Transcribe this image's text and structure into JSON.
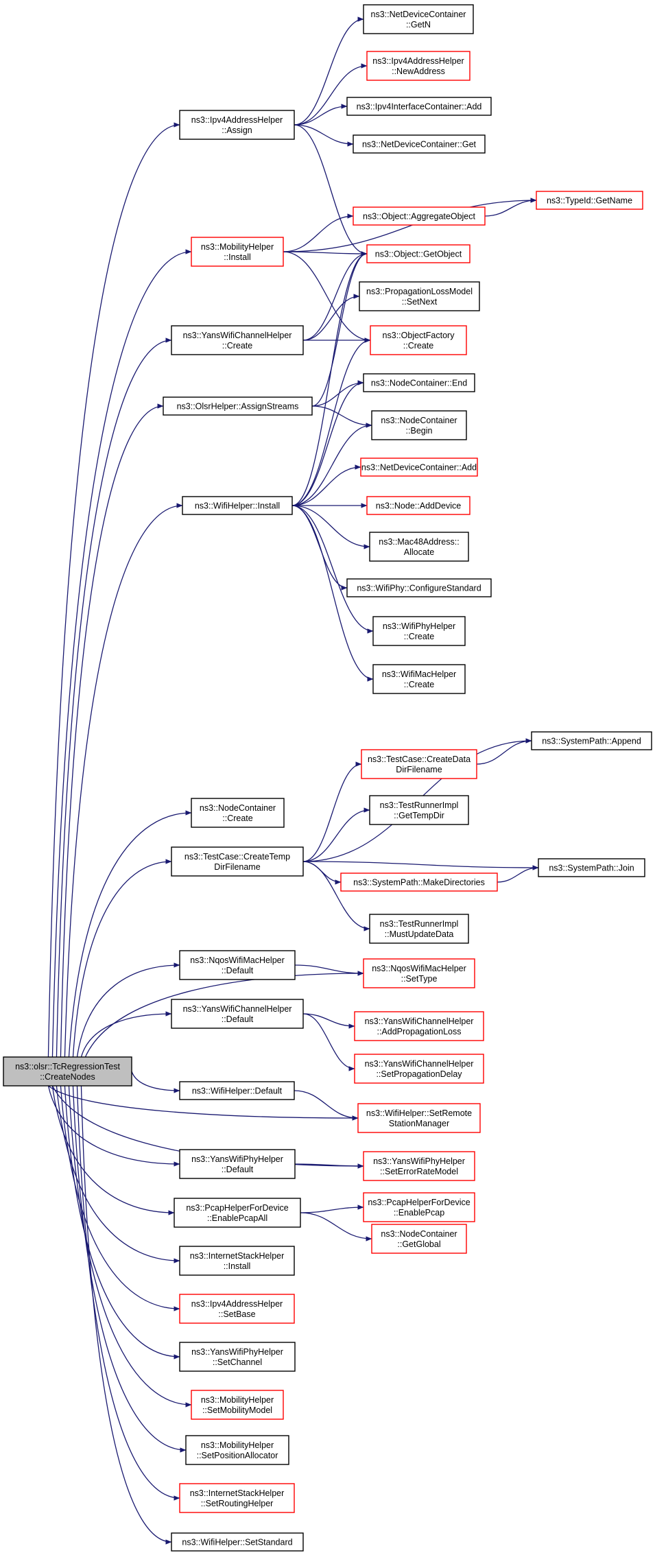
{
  "graph": {
    "root": "n0",
    "colors": {
      "edge": "#191970",
      "link_border": "#000000",
      "undocumented_border": "#ff0000",
      "root_fill": "#bfbfbf"
    },
    "nodes": [
      {
        "id": "n0",
        "lines": [
          "ns3::olsr::TcRegressionTest",
          "::CreateNodes"
        ],
        "style": "root"
      },
      {
        "id": "n1",
        "lines": [
          "ns3::Ipv4AddressHelper",
          "::Assign"
        ],
        "style": "black"
      },
      {
        "id": "n2",
        "lines": [
          "ns3::MobilityHelper",
          "::Install"
        ],
        "style": "red"
      },
      {
        "id": "n3",
        "lines": [
          "ns3::YansWifiChannelHelper",
          "::Create"
        ],
        "style": "black"
      },
      {
        "id": "n4",
        "lines": [
          "ns3::OlsrHelper::AssignStreams"
        ],
        "style": "black"
      },
      {
        "id": "n5",
        "lines": [
          "ns3::WifiHelper::Install"
        ],
        "style": "black"
      },
      {
        "id": "n6",
        "lines": [
          "ns3::NodeContainer",
          "::Create"
        ],
        "style": "black"
      },
      {
        "id": "n7",
        "lines": [
          "ns3::TestCase::CreateTemp",
          "DirFilename"
        ],
        "style": "black"
      },
      {
        "id": "n8",
        "lines": [
          "ns3::NqosWifiMacHelper",
          "::Default"
        ],
        "style": "black"
      },
      {
        "id": "n9",
        "lines": [
          "ns3::YansWifiChannelHelper",
          "::Default"
        ],
        "style": "black"
      },
      {
        "id": "n10",
        "lines": [
          "ns3::WifiHelper::Default"
        ],
        "style": "black"
      },
      {
        "id": "n11",
        "lines": [
          "ns3::YansWifiPhyHelper",
          "::Default"
        ],
        "style": "black"
      },
      {
        "id": "n12",
        "lines": [
          "ns3::PcapHelperForDevice",
          "::EnablePcapAll"
        ],
        "style": "black"
      },
      {
        "id": "n13",
        "lines": [
          "ns3::InternetStackHelper",
          "::Install"
        ],
        "style": "black"
      },
      {
        "id": "n14",
        "lines": [
          "ns3::Ipv4AddressHelper",
          "::SetBase"
        ],
        "style": "red"
      },
      {
        "id": "n15",
        "lines": [
          "ns3::YansWifiPhyHelper",
          "::SetChannel"
        ],
        "style": "black"
      },
      {
        "id": "n16",
        "lines": [
          "ns3::MobilityHelper",
          "::SetMobilityModel"
        ],
        "style": "red"
      },
      {
        "id": "n17",
        "lines": [
          "ns3::MobilityHelper",
          "::SetPositionAllocator"
        ],
        "style": "black"
      },
      {
        "id": "n18",
        "lines": [
          "ns3::InternetStackHelper",
          "::SetRoutingHelper"
        ],
        "style": "red"
      },
      {
        "id": "n19",
        "lines": [
          "ns3::WifiHelper::SetStandard"
        ],
        "style": "black"
      },
      {
        "id": "n20",
        "lines": [
          "ns3::NetDeviceContainer",
          "::GetN"
        ],
        "style": "black"
      },
      {
        "id": "n21",
        "lines": [
          "ns3::Ipv4AddressHelper",
          "::NewAddress"
        ],
        "style": "red"
      },
      {
        "id": "n22",
        "lines": [
          "ns3::Ipv4InterfaceContainer::Add"
        ],
        "style": "black"
      },
      {
        "id": "n23",
        "lines": [
          "ns3::NetDeviceContainer::Get"
        ],
        "style": "black"
      },
      {
        "id": "n24",
        "lines": [
          "ns3::Object::GetObject"
        ],
        "style": "red"
      },
      {
        "id": "n25",
        "lines": [
          "ns3::Object::AggregateObject"
        ],
        "style": "red"
      },
      {
        "id": "n26",
        "lines": [
          "ns3::TypeId::GetName"
        ],
        "style": "red"
      },
      {
        "id": "n27",
        "lines": [
          "ns3::ObjectFactory",
          "::Create"
        ],
        "style": "red"
      },
      {
        "id": "n28",
        "lines": [
          "ns3::PropagationLossModel",
          "::SetNext"
        ],
        "style": "black"
      },
      {
        "id": "n29",
        "lines": [
          "ns3::NodeContainer::End"
        ],
        "style": "black"
      },
      {
        "id": "n30",
        "lines": [
          "ns3::NodeContainer",
          "::Begin"
        ],
        "style": "black"
      },
      {
        "id": "n31",
        "lines": [
          "ns3::NetDeviceContainer::Add"
        ],
        "style": "red"
      },
      {
        "id": "n32",
        "lines": [
          "ns3::Node::AddDevice"
        ],
        "style": "red"
      },
      {
        "id": "n33",
        "lines": [
          "ns3::Mac48Address::",
          "Allocate"
        ],
        "style": "black"
      },
      {
        "id": "n34",
        "lines": [
          "ns3::WifiPhy::ConfigureStandard"
        ],
        "style": "black"
      },
      {
        "id": "n35",
        "lines": [
          "ns3::WifiPhyHelper",
          "::Create"
        ],
        "style": "black"
      },
      {
        "id": "n36",
        "lines": [
          "ns3::WifiMacHelper",
          "::Create"
        ],
        "style": "black"
      },
      {
        "id": "n37",
        "lines": [
          "ns3::TestCase::CreateData",
          "DirFilename"
        ],
        "style": "red"
      },
      {
        "id": "n38",
        "lines": [
          "ns3::SystemPath::Append"
        ],
        "style": "black"
      },
      {
        "id": "n39",
        "lines": [
          "ns3::TestRunnerImpl",
          "::GetTempDir"
        ],
        "style": "black"
      },
      {
        "id": "n40",
        "lines": [
          "ns3::SystemPath::MakeDirectories"
        ],
        "style": "red"
      },
      {
        "id": "n41",
        "lines": [
          "ns3::SystemPath::Join"
        ],
        "style": "black"
      },
      {
        "id": "n42",
        "lines": [
          "ns3::TestRunnerImpl",
          "::MustUpdateData"
        ],
        "style": "black"
      },
      {
        "id": "n43",
        "lines": [
          "ns3::NqosWifiMacHelper",
          "::SetType"
        ],
        "style": "red"
      },
      {
        "id": "n44",
        "lines": [
          "ns3::YansWifiChannelHelper",
          "::AddPropagationLoss"
        ],
        "style": "red"
      },
      {
        "id": "n45",
        "lines": [
          "ns3::YansWifiChannelHelper",
          "::SetPropagationDelay"
        ],
        "style": "red"
      },
      {
        "id": "n46",
        "lines": [
          "ns3::WifiHelper::SetRemote",
          "StationManager"
        ],
        "style": "red"
      },
      {
        "id": "n47",
        "lines": [
          "ns3::YansWifiPhyHelper",
          "::SetErrorRateModel"
        ],
        "style": "red"
      },
      {
        "id": "n48",
        "lines": [
          "ns3::PcapHelperForDevice",
          "::EnablePcap"
        ],
        "style": "red"
      },
      {
        "id": "n49",
        "lines": [
          "ns3::NodeContainer",
          "::GetGlobal"
        ],
        "style": "red"
      }
    ],
    "edges": [
      [
        "n0",
        "n1"
      ],
      [
        "n0",
        "n2"
      ],
      [
        "n0",
        "n3"
      ],
      [
        "n0",
        "n4"
      ],
      [
        "n0",
        "n5"
      ],
      [
        "n0",
        "n6"
      ],
      [
        "n0",
        "n7"
      ],
      [
        "n0",
        "n8"
      ],
      [
        "n0",
        "n9"
      ],
      [
        "n0",
        "n10"
      ],
      [
        "n0",
        "n11"
      ],
      [
        "n0",
        "n12"
      ],
      [
        "n0",
        "n13"
      ],
      [
        "n0",
        "n14"
      ],
      [
        "n0",
        "n15"
      ],
      [
        "n0",
        "n16"
      ],
      [
        "n0",
        "n17"
      ],
      [
        "n0",
        "n18"
      ],
      [
        "n0",
        "n19"
      ],
      [
        "n0",
        "n43"
      ],
      [
        "n0",
        "n46"
      ],
      [
        "n0",
        "n47"
      ],
      [
        "n1",
        "n20"
      ],
      [
        "n1",
        "n21"
      ],
      [
        "n1",
        "n22"
      ],
      [
        "n1",
        "n23"
      ],
      [
        "n1",
        "n24"
      ],
      [
        "n2",
        "n26"
      ],
      [
        "n2",
        "n25"
      ],
      [
        "n2",
        "n24"
      ],
      [
        "n2",
        "n27"
      ],
      [
        "n25",
        "n26"
      ],
      [
        "n3",
        "n28"
      ],
      [
        "n3",
        "n24"
      ],
      [
        "n3",
        "n27"
      ],
      [
        "n4",
        "n24"
      ],
      [
        "n4",
        "n29"
      ],
      [
        "n4",
        "n30"
      ],
      [
        "n5",
        "n24"
      ],
      [
        "n5",
        "n27"
      ],
      [
        "n5",
        "n29"
      ],
      [
        "n5",
        "n30"
      ],
      [
        "n5",
        "n31"
      ],
      [
        "n5",
        "n32"
      ],
      [
        "n5",
        "n33"
      ],
      [
        "n5",
        "n34"
      ],
      [
        "n5",
        "n35"
      ],
      [
        "n5",
        "n36"
      ],
      [
        "n7",
        "n38"
      ],
      [
        "n7",
        "n37"
      ],
      [
        "n7",
        "n39"
      ],
      [
        "n7",
        "n41"
      ],
      [
        "n7",
        "n40"
      ],
      [
        "n7",
        "n42"
      ],
      [
        "n37",
        "n38"
      ],
      [
        "n40",
        "n41"
      ],
      [
        "n8",
        "n43"
      ],
      [
        "n9",
        "n44"
      ],
      [
        "n9",
        "n45"
      ],
      [
        "n10",
        "n46"
      ],
      [
        "n11",
        "n47"
      ],
      [
        "n12",
        "n48"
      ],
      [
        "n12",
        "n49"
      ]
    ]
  }
}
